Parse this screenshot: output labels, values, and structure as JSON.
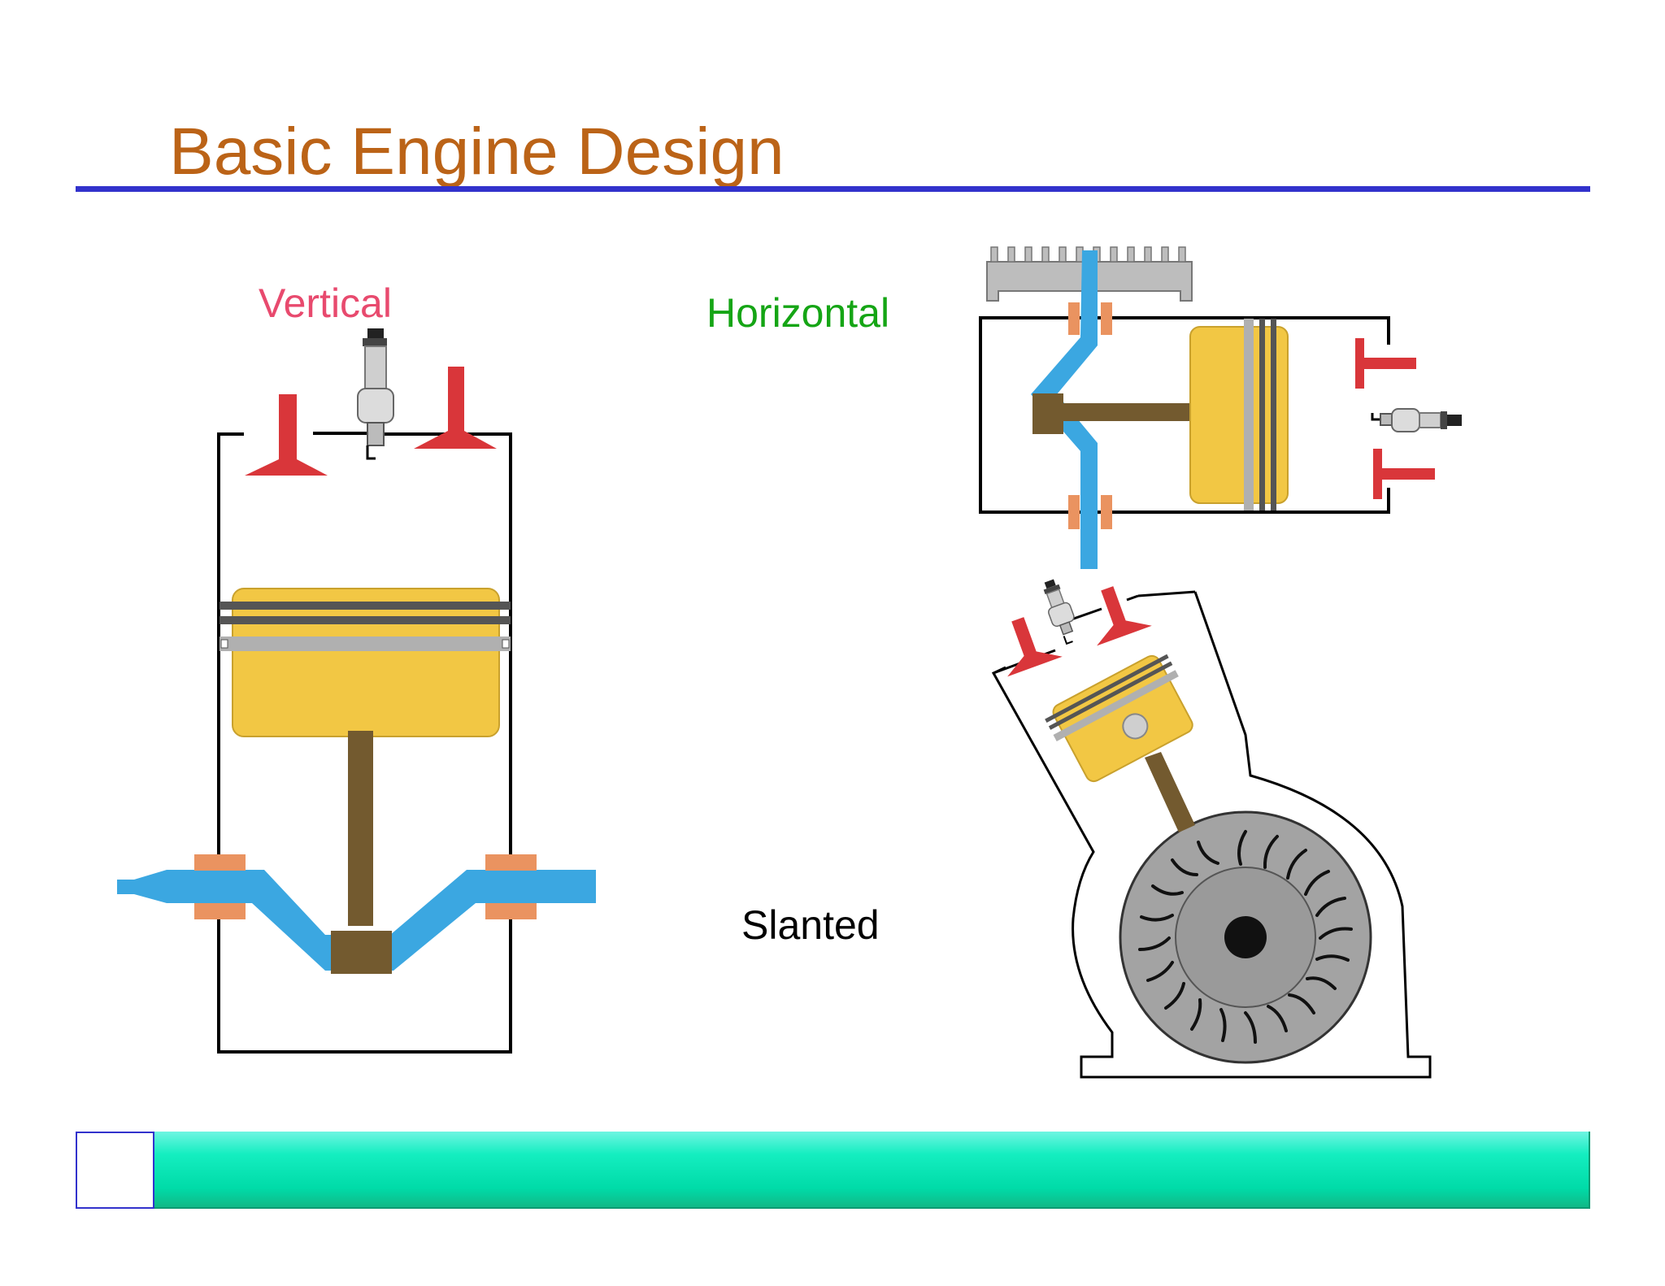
{
  "slide": {
    "title": "Basic Engine Design"
  },
  "labels": {
    "vertical": "Vertical",
    "horizontal": "Horizontal",
    "slanted": "Slanted"
  },
  "colors": {
    "title": "#bb6317",
    "rule": "#3232cc",
    "vertical_label": "#e84a6e",
    "horizontal_label": "#15a515",
    "slanted_label": "#000000",
    "piston": "#f2c744",
    "crankshaft": "#3ba7e1",
    "connecting_rod": "#735a2f",
    "valve": "#d9363a",
    "bearing": "#ea9360",
    "ring": "#555555",
    "flywheel": "#a3a3a3",
    "footer": "#00dba8"
  }
}
